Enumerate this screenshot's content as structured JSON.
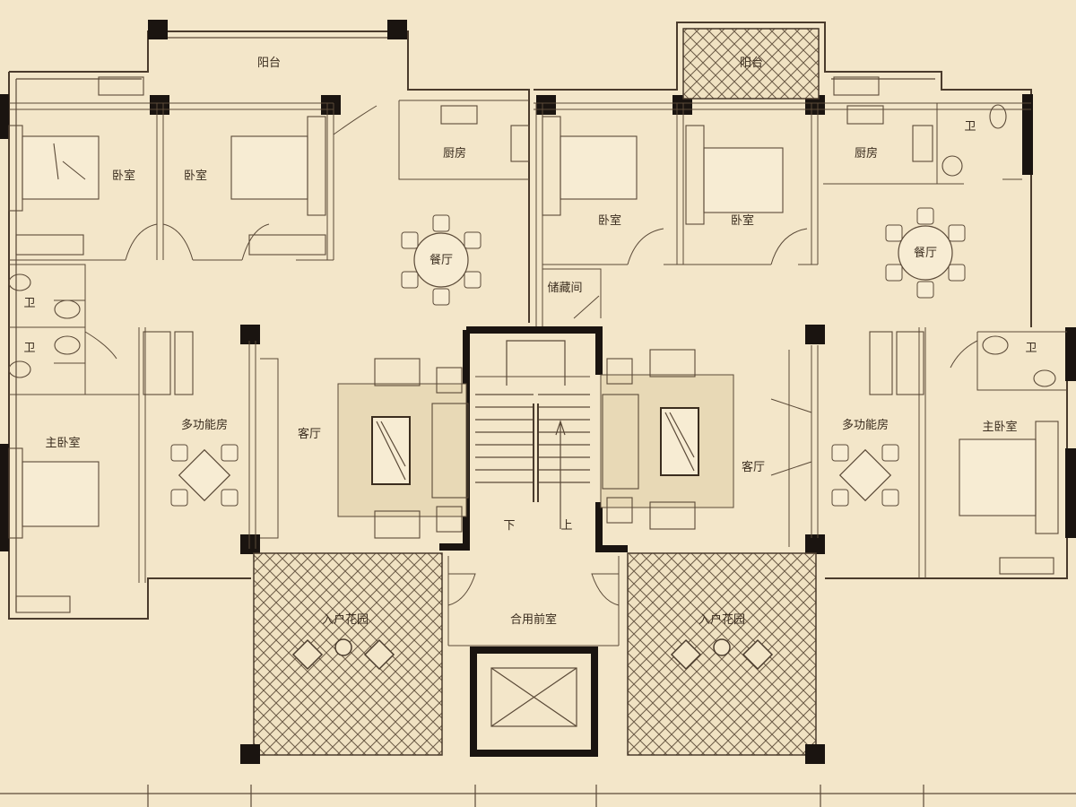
{
  "rooms": {
    "balcony_left": "阳台",
    "balcony_right": "阳台",
    "bedroom_1": "卧室",
    "bedroom_2": "卧室",
    "bedroom_3": "卧室",
    "bedroom_4": "卧室",
    "kitchen_left": "厨房",
    "kitchen_right": "厨房",
    "dining_left": "餐厅",
    "dining_right": "餐厅",
    "bath_left_1": "卫",
    "bath_left_2": "卫",
    "bath_right_1": "卫",
    "bath_right_2": "卫",
    "storage": "储藏间",
    "multi_left": "多功能房",
    "multi_right": "多功能房",
    "living_left": "客厅",
    "living_right": "客厅",
    "master_left": "主卧室",
    "master_right": "主卧室",
    "garden_left": "入户花园",
    "garden_right": "入户花园",
    "shared_lobby": "合用前室",
    "stair_down": "下",
    "stair_up": "上"
  },
  "colors": {
    "background": "#f3e6c9",
    "walls": "#4a3b2c",
    "hatch": "#5b4a38"
  }
}
